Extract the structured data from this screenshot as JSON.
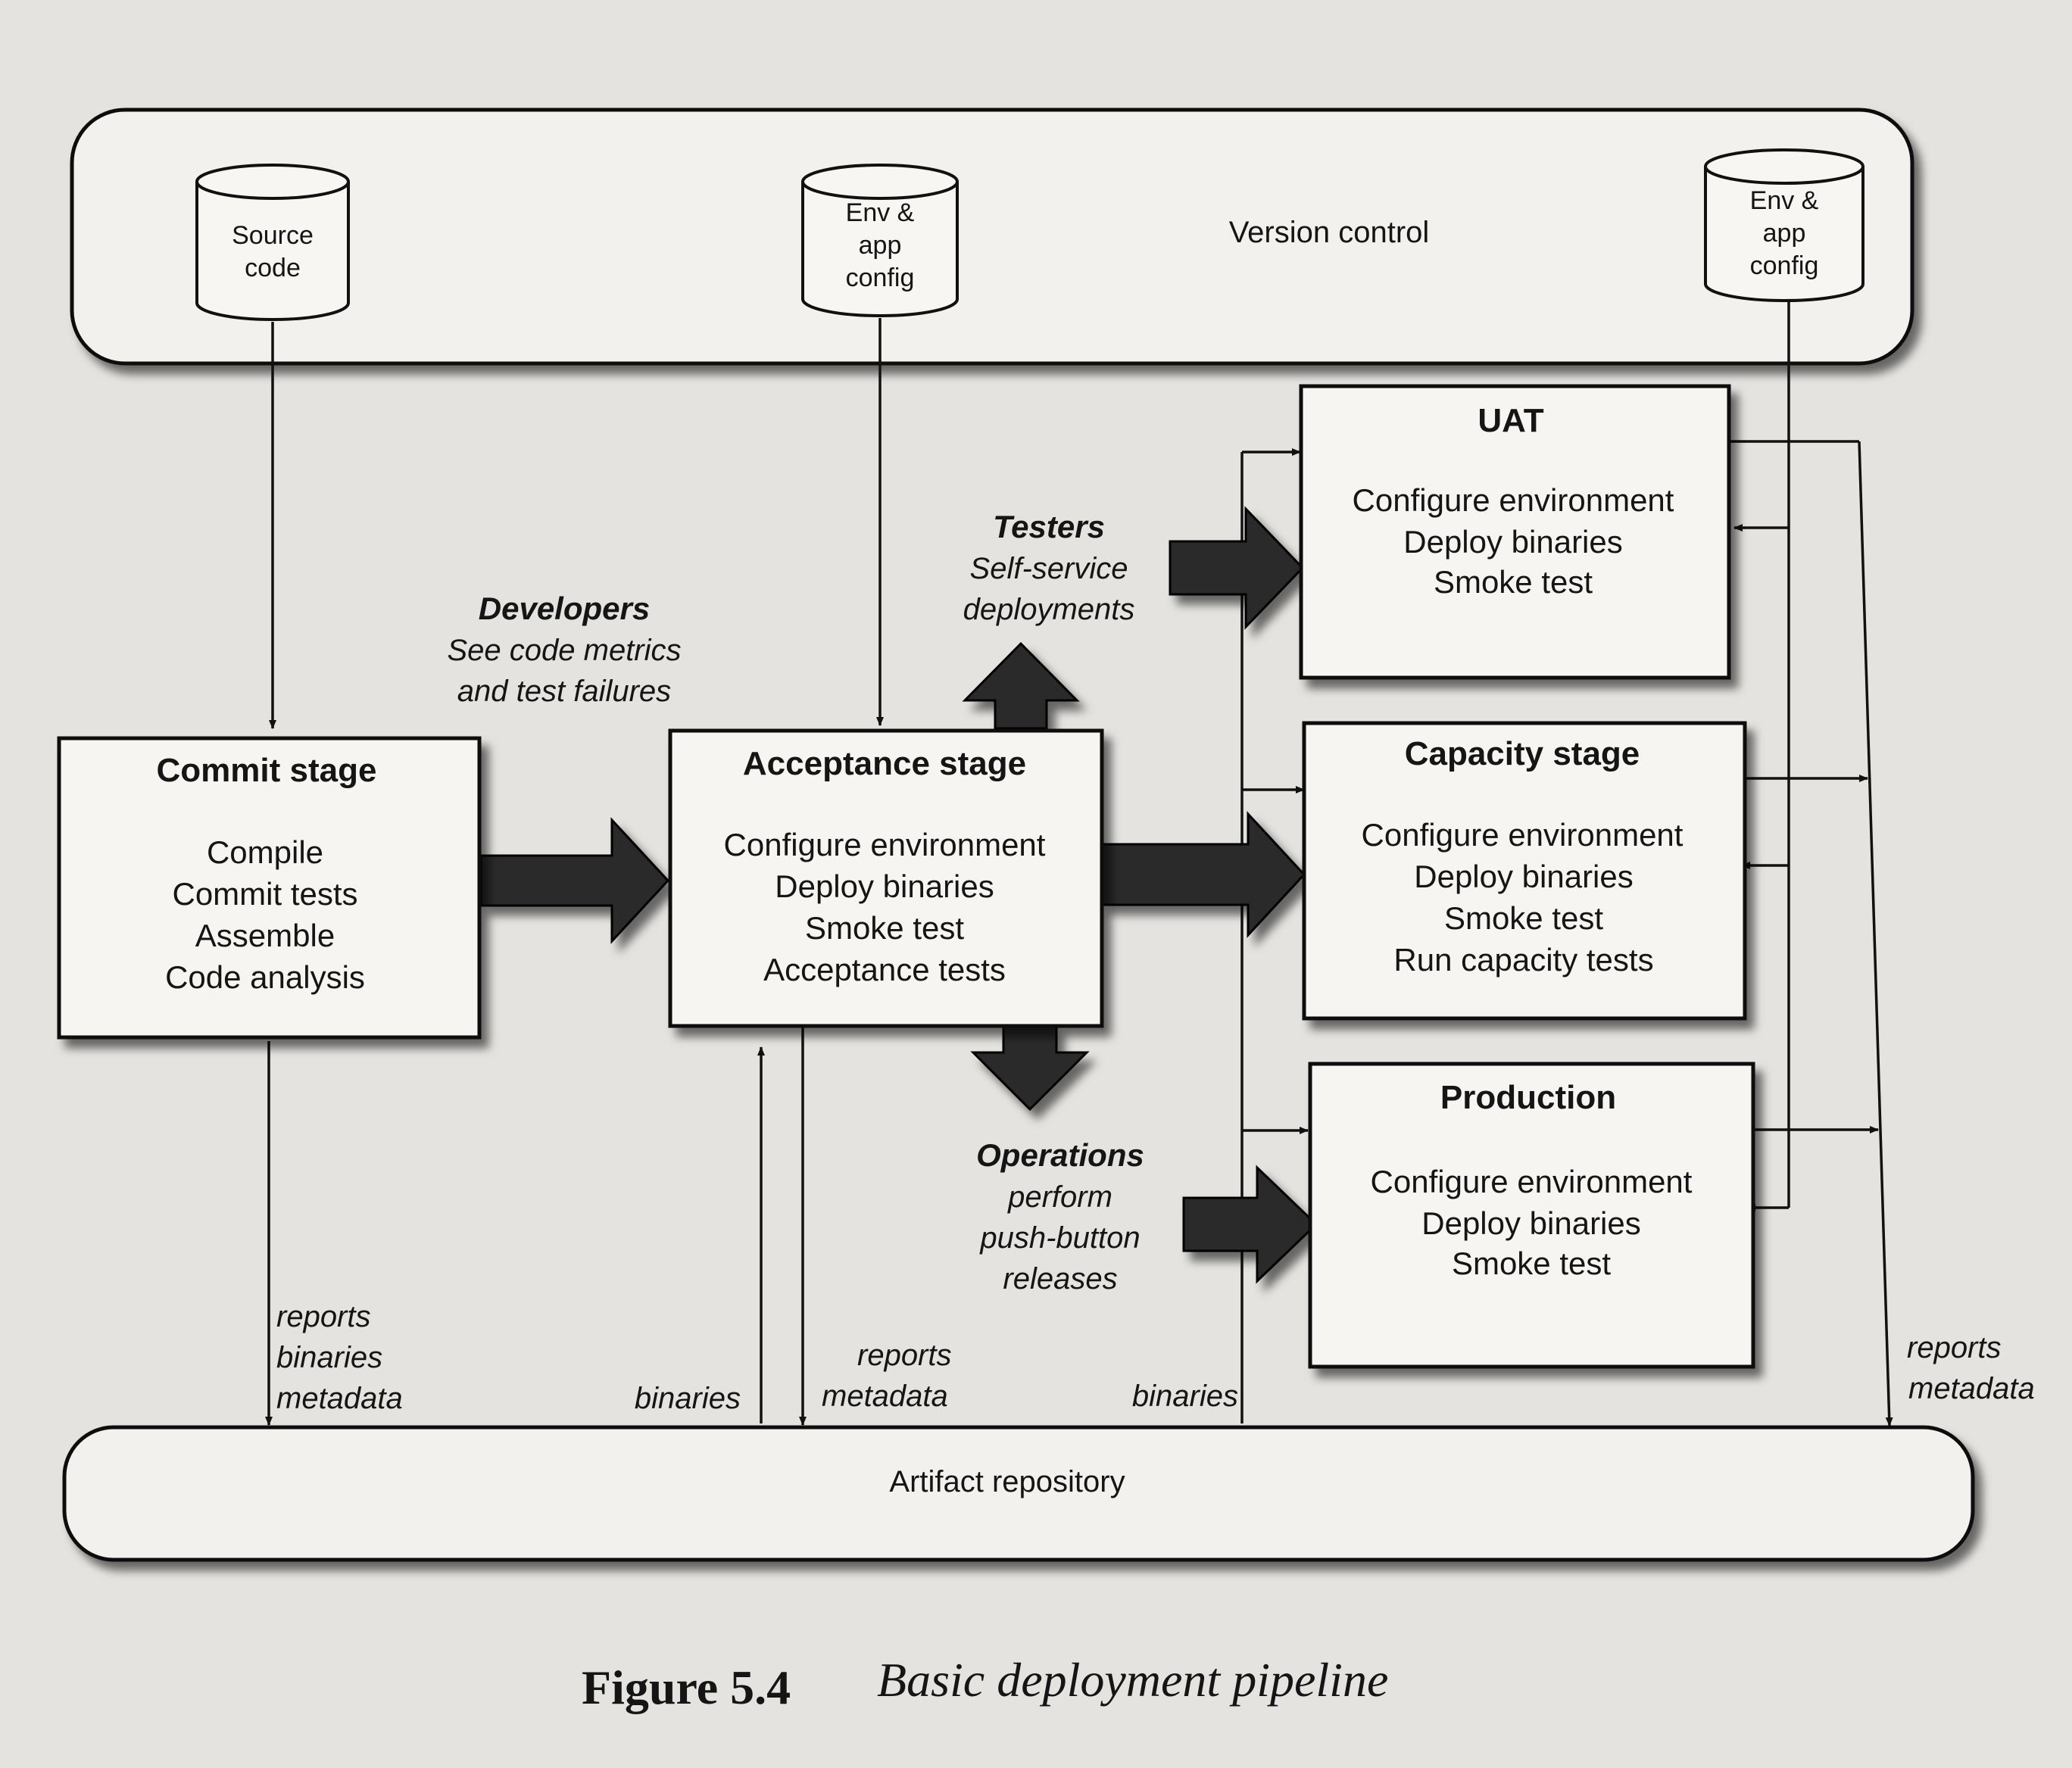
{
  "version_control": {
    "label": "Version control",
    "source_code": [
      "Source",
      "code"
    ],
    "env_config_1": [
      "Env &",
      "app",
      "config"
    ],
    "env_config_2": [
      "Env &",
      "app",
      "config"
    ]
  },
  "stages": {
    "commit": {
      "title": "Commit stage",
      "items": [
        "Compile",
        "Commit tests",
        "Assemble",
        "Code analysis"
      ]
    },
    "acceptance": {
      "title": "Acceptance stage",
      "items": [
        "Configure environment",
        "Deploy binaries",
        "Smoke test",
        "Acceptance tests"
      ]
    },
    "uat": {
      "title": "UAT",
      "items": [
        "Configure environment",
        "Deploy binaries",
        "Smoke test"
      ]
    },
    "capacity": {
      "title": "Capacity stage",
      "items": [
        "Configure environment",
        "Deploy binaries",
        "Smoke test",
        "Run capacity tests"
      ]
    },
    "production": {
      "title": "Production",
      "items": [
        "Configure environment",
        "Deploy binaries",
        "Smoke test"
      ]
    }
  },
  "actors": {
    "developers": {
      "title": "Developers",
      "lines": [
        "See code metrics",
        "and test failures"
      ]
    },
    "testers": {
      "title": "Testers",
      "lines": [
        "Self-service",
        "deployments"
      ]
    },
    "operations": {
      "title": "Operations",
      "lines": [
        "perform",
        "push-button",
        "releases"
      ]
    }
  },
  "flow_labels": {
    "commit_out": [
      "reports",
      "binaries",
      "metadata"
    ],
    "acceptance_in": "binaries",
    "acceptance_out": [
      "reports",
      "metadata"
    ],
    "env_in": "binaries",
    "env_out": [
      "reports",
      "metadata"
    ]
  },
  "artifact_repository": {
    "label": "Artifact repository"
  },
  "caption": {
    "number": "Figure 5.4",
    "title": "Basic deployment pipeline"
  }
}
